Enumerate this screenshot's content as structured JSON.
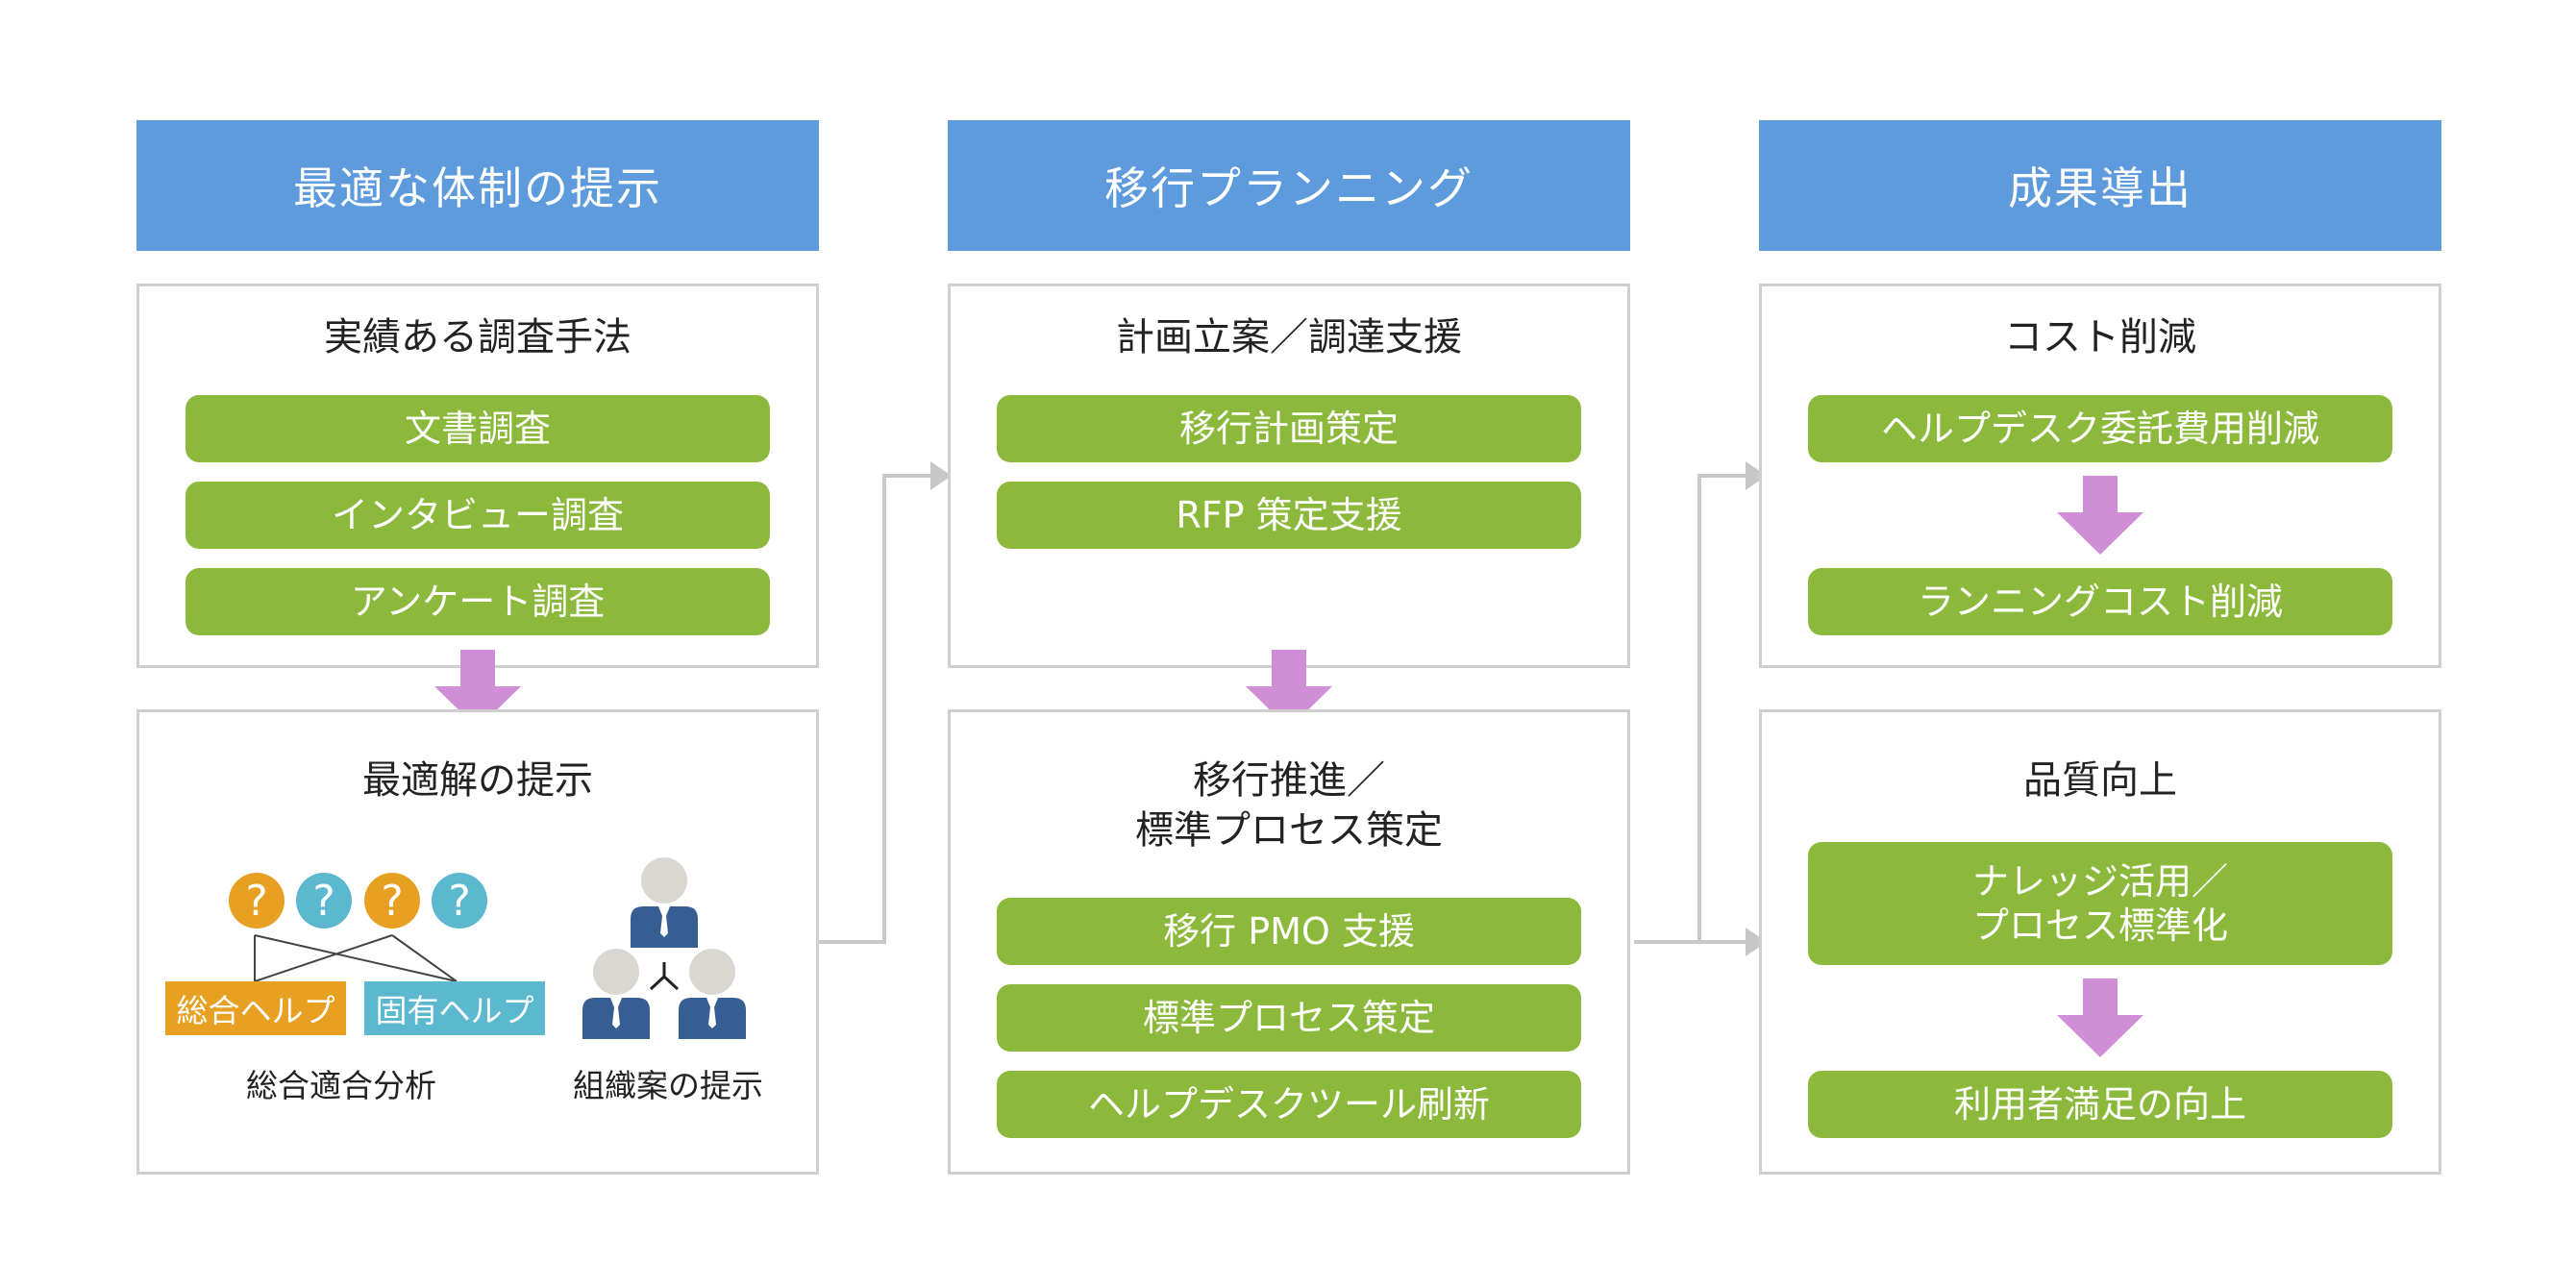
{
  "columns": [
    {
      "header": "最適な体制の提示",
      "panels": [
        {
          "title": "実績ある調査手法",
          "items": [
            "文書調査",
            "インタビュー調査",
            "アンケート調査"
          ]
        },
        {
          "title": "最適解の提示",
          "question_mark": "?",
          "tags": [
            "総合ヘルプ",
            "固有ヘルプ"
          ],
          "captions": [
            "総合適合分析",
            "組織案の提示"
          ]
        }
      ]
    },
    {
      "header": "移行プランニング",
      "panels": [
        {
          "title": "計画立案／調達支援",
          "items": [
            "移行計画策定",
            "RFP 策定支援"
          ]
        },
        {
          "title_lines": [
            "移行推進／",
            "標準プロセス策定"
          ],
          "items": [
            "移行 PMO 支援",
            "標準プロセス策定",
            "ヘルプデスクツール刷新"
          ]
        }
      ]
    },
    {
      "header": "成果導出",
      "panels": [
        {
          "title": "コスト削減",
          "items": [
            "ヘルプデスク委託費用削減",
            "ランニングコスト削減"
          ]
        },
        {
          "title": "品質向上",
          "items_multiline": [
            [
              "ナレッジ活用／",
              "プロセス標準化"
            ]
          ],
          "items": [
            "利用者満足の向上"
          ]
        }
      ]
    }
  ],
  "colors": {
    "header": "#5e9bdc",
    "pill": "#8cb93c",
    "arrow_down": "#cf8ed6",
    "connector": "#c8c8c8",
    "question_orange": "#e7a021",
    "question_teal": "#5cb8cf",
    "tag_orange": "#e7a021",
    "tag_teal": "#5cb8cf",
    "person_head": "#d9d7d2",
    "person_body": "#365e92"
  }
}
